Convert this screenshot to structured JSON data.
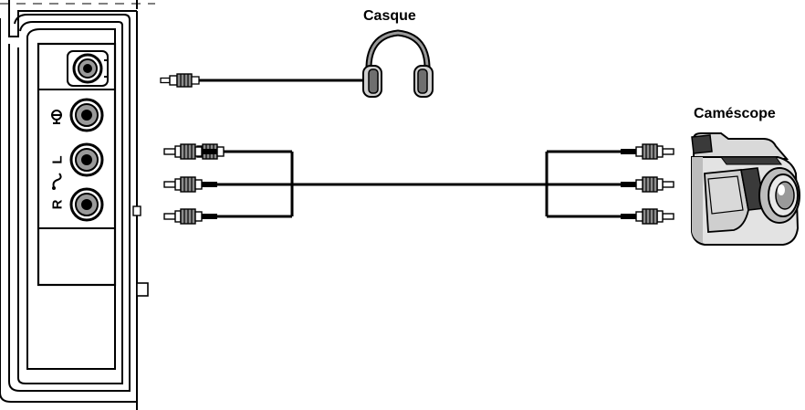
{
  "labels": {
    "headphones": "Casque",
    "camcorder": "Caméscope"
  },
  "panel": {
    "port_labels": {
      "left": "L",
      "right": "R"
    },
    "jacks": [
      {
        "name": "headphone-jack"
      },
      {
        "name": "video-jack"
      },
      {
        "name": "audio-left-jack"
      },
      {
        "name": "audio-right-jack"
      }
    ]
  },
  "icons": [
    "headphones-icon",
    "camcorder-icon",
    "video-symbol-icon",
    "audio-symbol-icon",
    "rca-plug-icon"
  ],
  "colors": {
    "line": "#000000",
    "panel_fill": "#ffffff",
    "jack_ring": "#9a9a9a",
    "camcorder_body": "#d9d9d9",
    "camcorder_dark": "#3a3a3a",
    "plug_gray": "#8c8c8c"
  }
}
